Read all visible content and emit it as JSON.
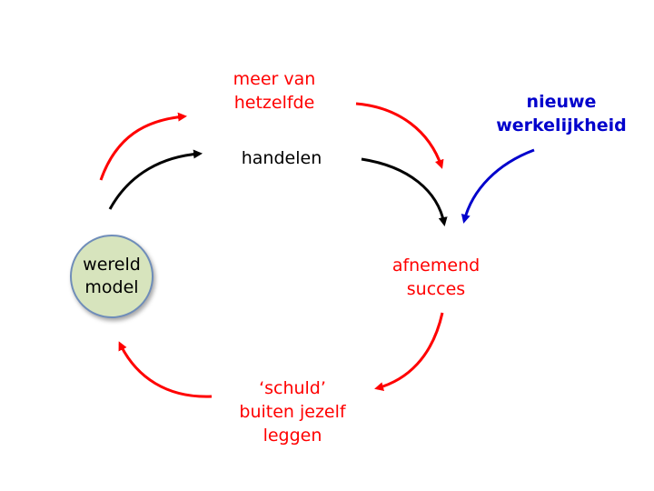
{
  "nodes": {
    "wereld_model": {
      "line1": "wereld",
      "line2": "model"
    },
    "meer_van_hetzelfde": {
      "line1": "meer van",
      "line2": "hetzelfde"
    },
    "handelen": {
      "text": "handelen"
    },
    "nieuwe_werkelijkheid": {
      "line1": "nieuwe",
      "line2": "werkelijkheid"
    },
    "afnemend_succes": {
      "line1": "afnemend",
      "line2": "succes"
    },
    "schuld": {
      "line1": "‘schuld’",
      "line2": "buiten jezelf",
      "line3": "leggen"
    }
  },
  "colors": {
    "red": "#ff0000",
    "black": "#000000",
    "blue": "#0000cc",
    "node_fill": "#d7e4bd",
    "node_border": "#6f8db9"
  }
}
